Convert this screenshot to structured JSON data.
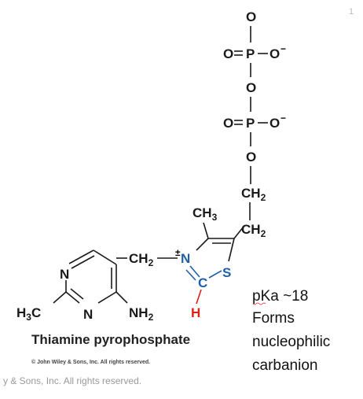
{
  "molecule": {
    "name": "Thiamine pyrophosphate",
    "copyright": "© John Wiley & Sons, Inc. All rights reserved."
  },
  "annotation": {
    "line1": "pKa ~18",
    "line2": "Forms",
    "line3": "nucleophilic",
    "line4": "carbanion"
  },
  "footer": {
    "text": "y & Sons, Inc. All rights reserved."
  },
  "page_number": "1",
  "colors": {
    "thiazolium_atoms": "#1f5fa8",
    "acidic_hydrogen": "#e0201a",
    "text": "#1a1a1a"
  }
}
